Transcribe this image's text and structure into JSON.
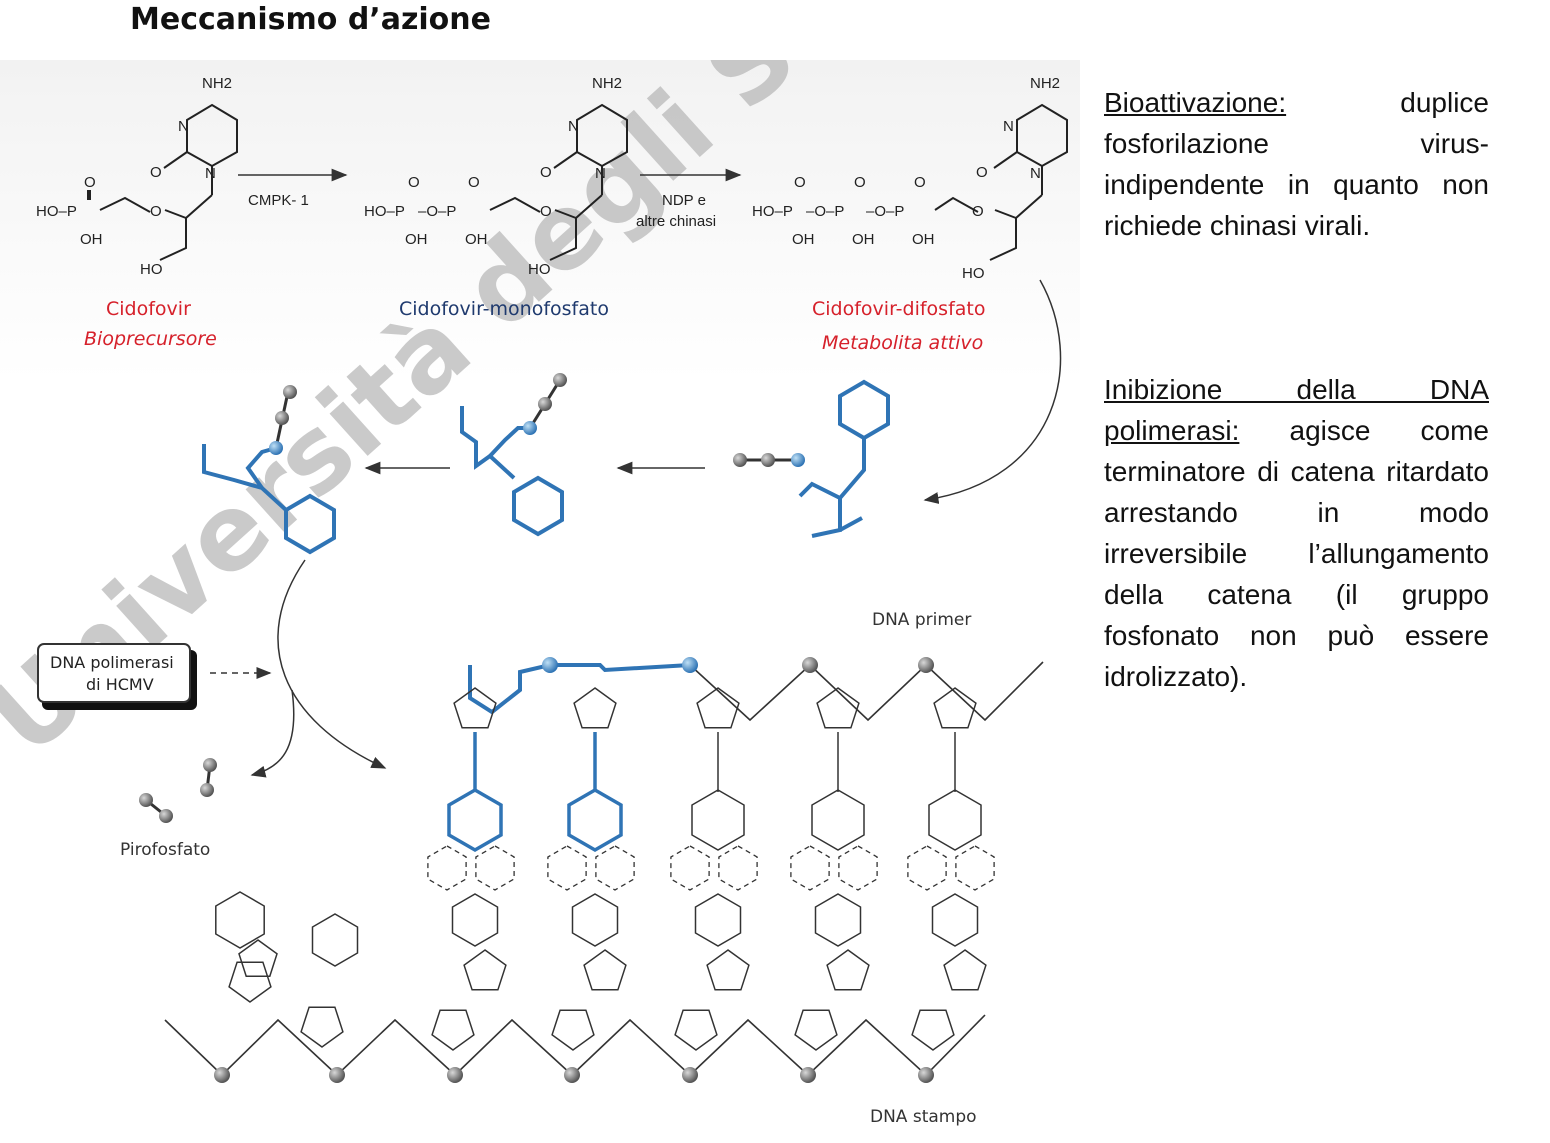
{
  "title": "Meccanismo d’azione",
  "watermark": "Università degli Studi di Mi...",
  "colors": {
    "red": "#d6212b",
    "navy": "#1f3a6e",
    "blue": "#2f74b5",
    "ink": "#333333",
    "watermark": "#b8b8b8"
  },
  "compounds": [
    {
      "name": "Cidofovir",
      "subtitle": "Bioprecursore",
      "color": "red"
    },
    {
      "name": "Cidofovir-monofosfato",
      "subtitle": "",
      "color": "navy"
    },
    {
      "name": "Cidofovir-difosfato",
      "subtitle": "Metabolita attivo",
      "color": "red"
    }
  ],
  "reactions": {
    "step1": "CMPK- 1",
    "step2_line1": "NDP e",
    "step2_line2": "altre chinasi"
  },
  "structure_labels": {
    "nh2": "NH2",
    "n": "N",
    "o": "O",
    "oh": "OH",
    "ho": "HO",
    "p": "P",
    "ho_p": "HO–P",
    "o_p": "–O–P"
  },
  "box": {
    "line1": "DNA polimerasi",
    "line2": "di HCMV"
  },
  "labels": {
    "pyrophosphate": "Pirofosfato",
    "primer": "DNA primer",
    "template": "DNA stampo"
  },
  "text": {
    "bio_heading": "Bioattivazione:",
    "bio_body": "duplice fosforilazione virus-indipendente in quanto non richiede chinasi virali.",
    "inib_heading": "Inibizione della DNA polimerasi:",
    "inib_body": "agisce come terminatore di catena ritardato arrestando in modo irreversibile l’allungamento della catena (il gruppo fosfonato non può essere idrolizzato)."
  }
}
